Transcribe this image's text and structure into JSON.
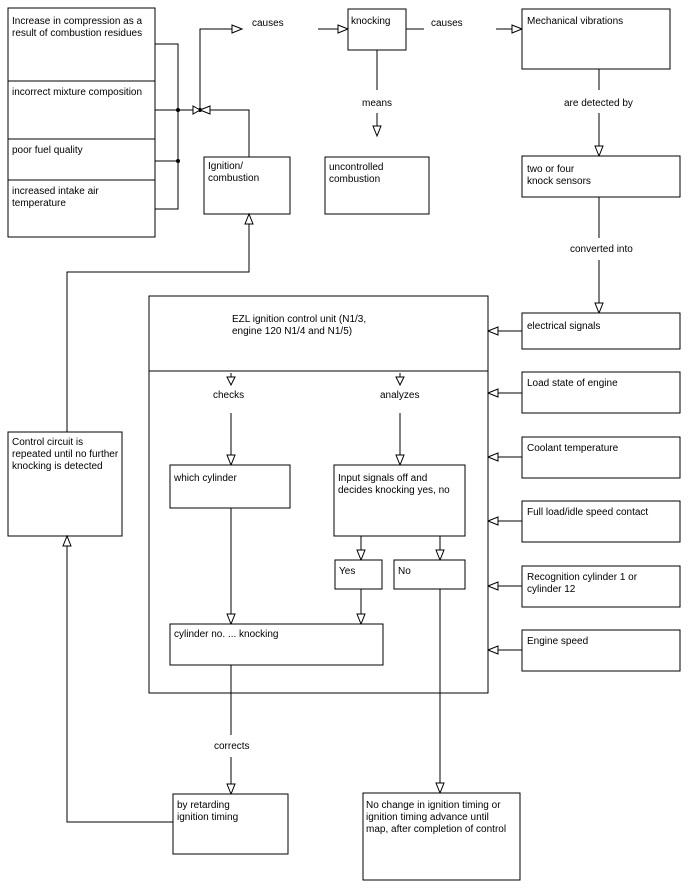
{
  "causes_boxes": [
    "Increase in compression as a|result of combustion residues",
    "incorrect mixture composition",
    "poor fuel quality",
    "increased intake air|temperature"
  ],
  "ignition_box": "Ignition/|combustion",
  "knocking_box": "knocking",
  "uncontrolled_box": "uncontrolled|combustion",
  "mechanical_box": "Mechanical vibrations",
  "knock_sensors_box": "two or four|knock sensors",
  "electrical_box": "electrical signals",
  "inputs": [
    "Load state of engine",
    "Coolant temperature",
    "Full load/idle speed contact",
    "Recognition cylinder 1 or|cylinder 12",
    "Engine speed"
  ],
  "ezl_title": "EZL ignition control unit (N1/3,|engine 120 N1/4 and N1/5)",
  "which_cylinder_box": "which cylinder",
  "input_signals_box": "Input signals off and|decides knocking yes, no",
  "yes_box": "Yes",
  "no_box": "No",
  "cylinder_knocking_box": "cylinder no. ... knocking",
  "control_circuit_box": "Control circuit is|repeated until no further|knocking is detected",
  "retarding_box": "by retarding|ignition timing",
  "no_change_box": "No change in ignition timing or|ignition timing advance until|map, after completion of control",
  "labels": {
    "causes_1": "causes",
    "causes_2": "causes",
    "means": "means",
    "detected_by": "are detected by",
    "converted_into": "converted into",
    "checks": "checks",
    "analyzes": "analyzes",
    "corrects": "corrects"
  }
}
